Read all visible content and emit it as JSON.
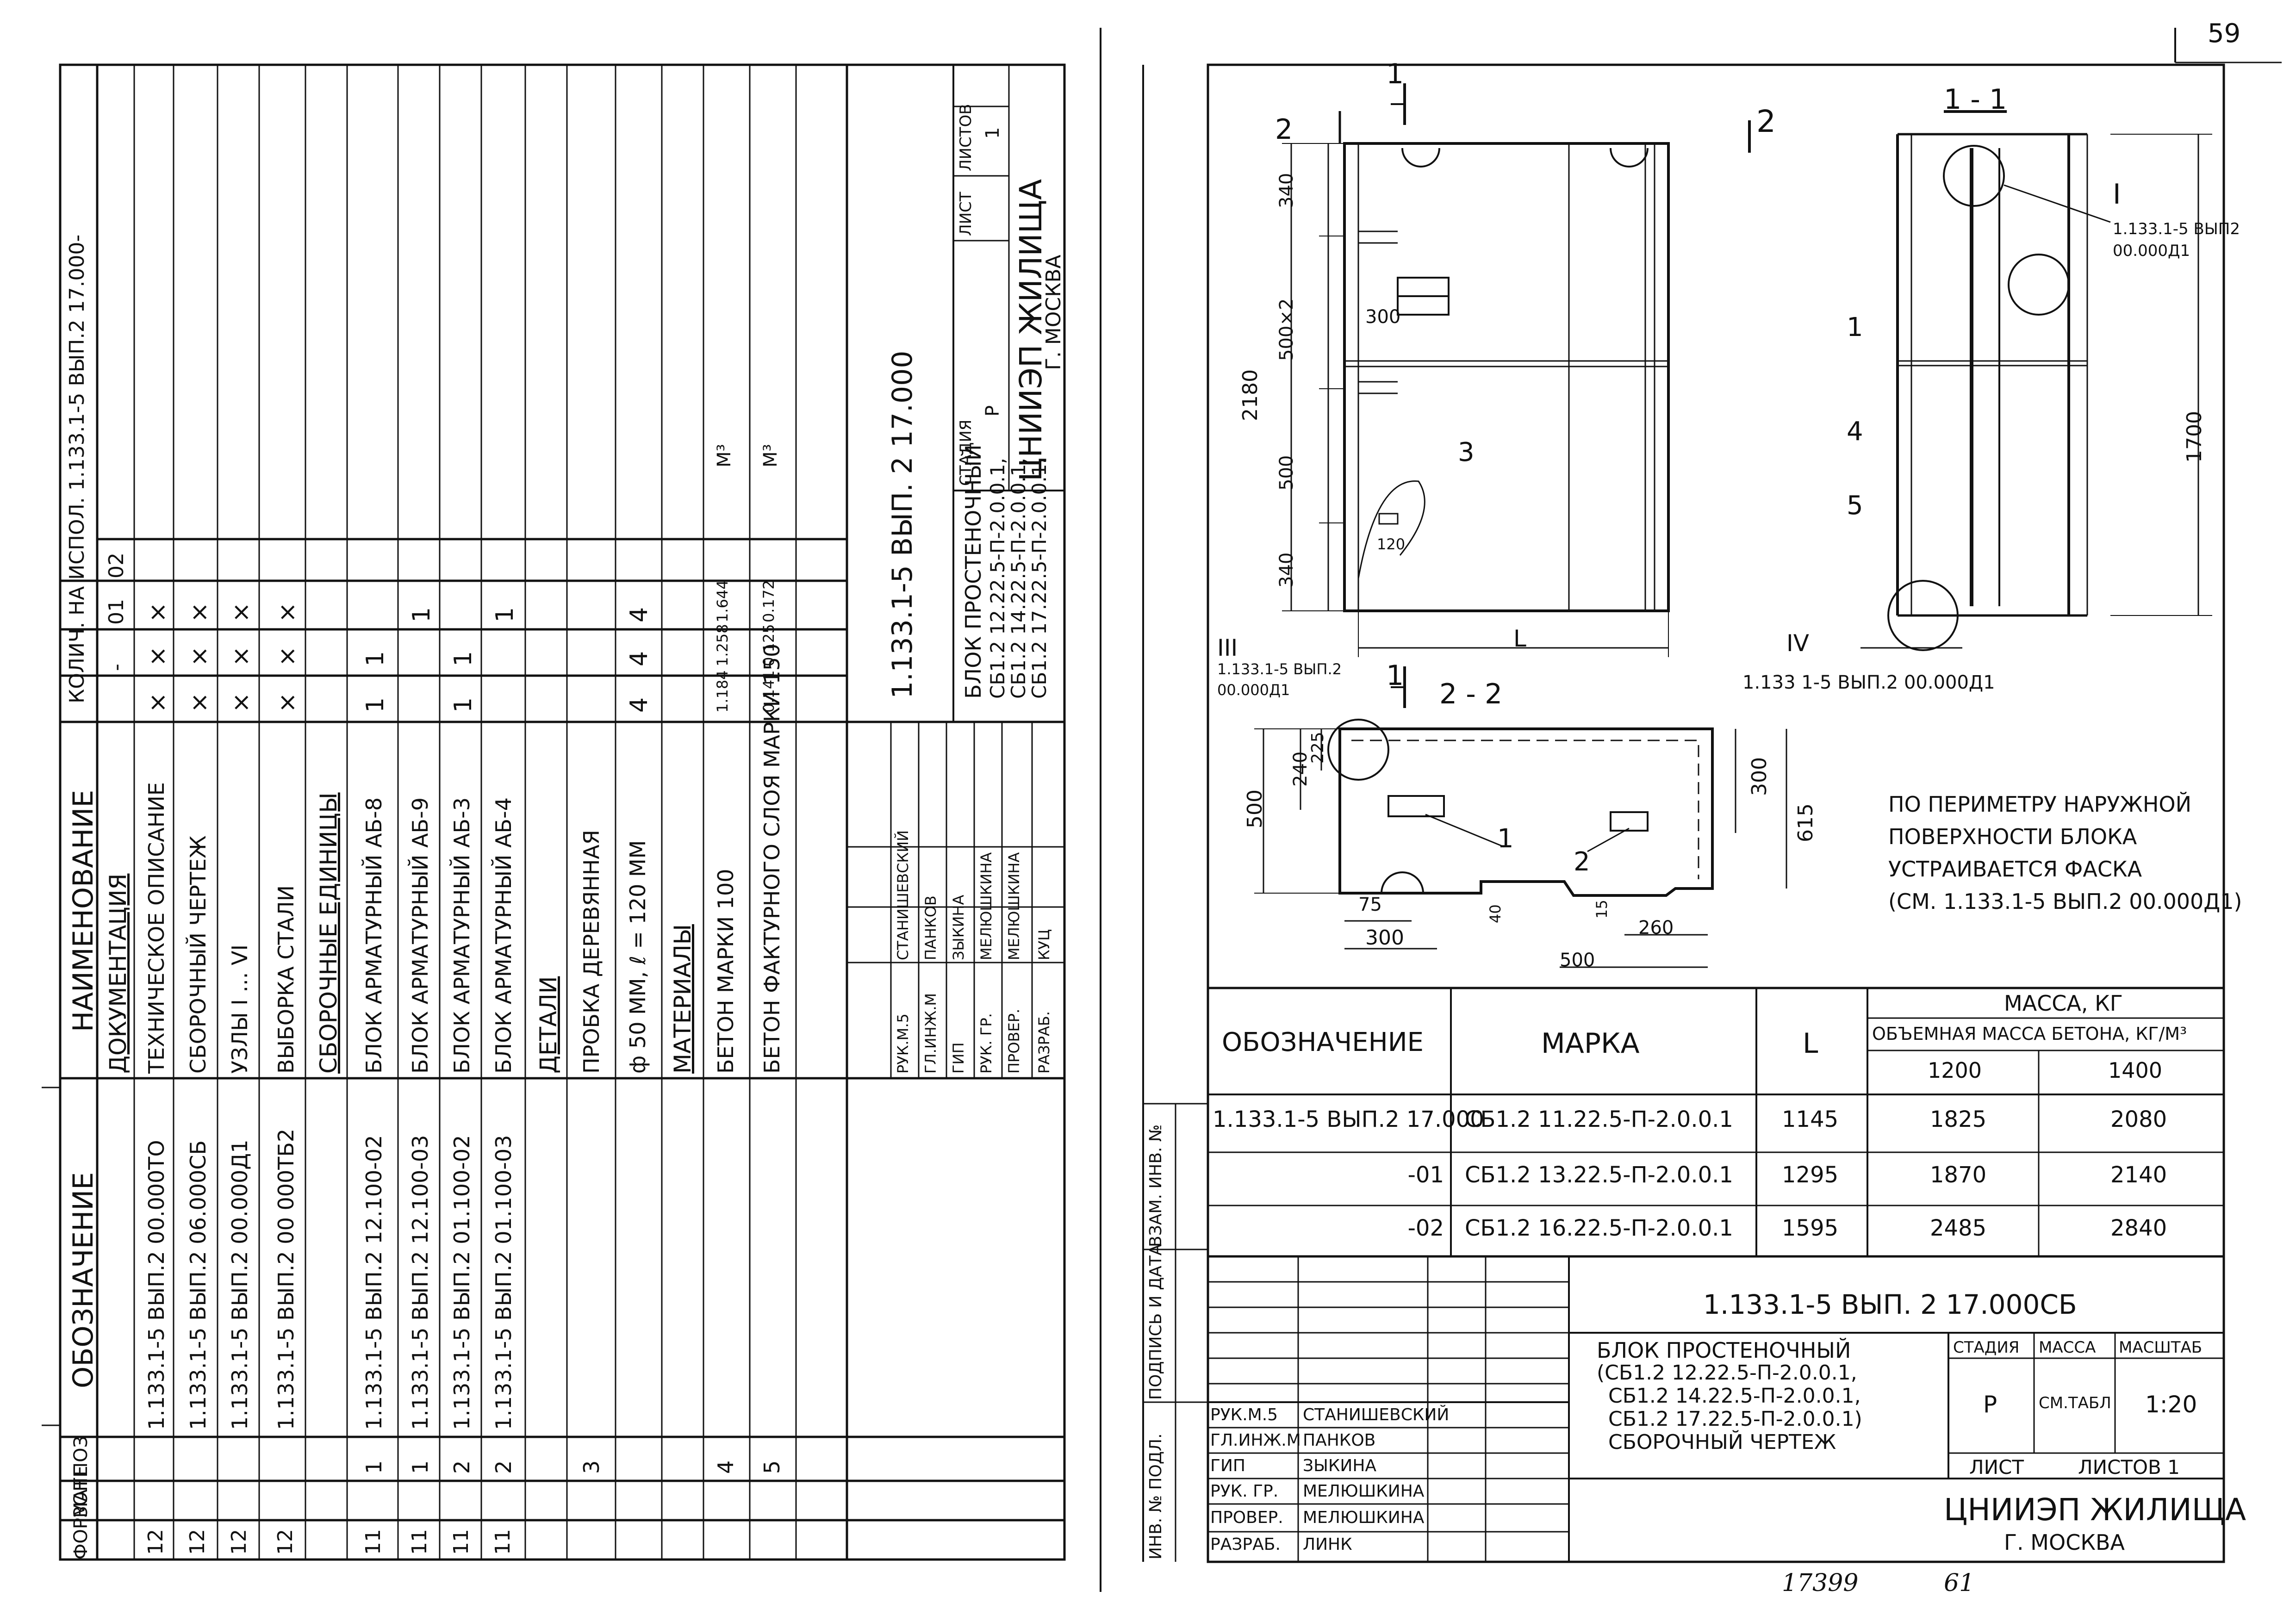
{
  "sheet_no": "59",
  "bottom_numbers": [
    "17399",
    "61"
  ],
  "spec": {
    "col_headers": {
      "format": "ФОРМАТ",
      "zone": "ЗОНЕ",
      "pos": "ПОЗ",
      "designation": "ОБОЗНАЧЕНИЕ",
      "name": "НАИМЕНОВАНИЕ",
      "qty": "КОЛИЧ. НА ИСПОЛ. 1.133.1-5 ВЫП.2 17.000-",
      "variants": [
        "-",
        "01",
        "02"
      ]
    },
    "rows": [
      {
        "fmt": "",
        "pos": "",
        "des": "",
        "name": "ДОКУМЕНТАЦИЯ",
        "heading": true,
        "q": [
          "",
          "",
          ""
        ]
      },
      {
        "fmt": "12",
        "pos": "",
        "des": "1.133.1-5 ВЫП.2 00.000ТО",
        "name": "ТЕХНИЧЕСКОЕ ОПИСАНИЕ",
        "q": [
          "×",
          "×",
          "×"
        ]
      },
      {
        "fmt": "12",
        "pos": "",
        "des": "1.133.1-5 ВЫП.2 06.000СБ",
        "name": "СБОРОЧНЫЙ ЧЕРТЕЖ",
        "q": [
          "×",
          "×",
          "×"
        ]
      },
      {
        "fmt": "12",
        "pos": "",
        "des": "1.133.1-5 ВЫП.2 00.000Д1",
        "name": "УЗЛЫ I ... VI",
        "q": [
          "×",
          "×",
          "×"
        ]
      },
      {
        "fmt": "12",
        "pos": "",
        "des": "1.133.1-5 ВЫП.2 00 000ТБ2",
        "name": "ВЫБОРКА СТАЛИ",
        "q": [
          "×",
          "×",
          "×"
        ]
      },
      {
        "fmt": "",
        "pos": "",
        "des": "",
        "name": "СБОРОЧНЫЕ ЕДИНИЦЫ",
        "heading": true,
        "q": [
          "",
          "",
          ""
        ]
      },
      {
        "fmt": "11",
        "pos": "1",
        "des": "1.133.1-5 ВЫП.2 12.100-02",
        "name": "БЛОК АРМАТУРНЫЙ АБ-8",
        "q": [
          "1",
          "1",
          ""
        ]
      },
      {
        "fmt": "11",
        "pos": "1",
        "des": "1.133.1-5 ВЫП.2 12.100-03",
        "name": "БЛОК АРМАТУРНЫЙ АБ-9",
        "q": [
          "",
          "",
          "1"
        ]
      },
      {
        "fmt": "11",
        "pos": "2",
        "des": "1.133.1-5 ВЫП.2 01.100-02",
        "name": "БЛОК АРМАТУРНЫЙ АБ-3",
        "q": [
          "1",
          "1",
          ""
        ]
      },
      {
        "fmt": "11",
        "pos": "2",
        "des": "1.133.1-5 ВЫП.2 01.100-03",
        "name": "БЛОК АРМАТУРНЫЙ АБ-4",
        "q": [
          "",
          "",
          "1"
        ]
      },
      {
        "fmt": "",
        "pos": "",
        "des": "",
        "name": "ДЕТАЛИ",
        "heading": true,
        "q": [
          "",
          "",
          ""
        ]
      },
      {
        "fmt": "",
        "pos": "3",
        "des": "",
        "name": "ПРОБКА ДЕРЕВЯННАЯ",
        "q": [
          "",
          "",
          ""
        ]
      },
      {
        "fmt": "",
        "pos": "",
        "des": "",
        "name": "ф 50 ММ, ℓ = 120 ММ",
        "q": [
          "4",
          "4",
          "4"
        ]
      },
      {
        "fmt": "",
        "pos": "",
        "des": "",
        "name": "МАТЕРИАЛЫ",
        "heading": true,
        "q": [
          "",
          "",
          ""
        ]
      },
      {
        "fmt": "",
        "pos": "4",
        "des": "",
        "name": "БЕТОН МАРКИ 100",
        "q": [
          "1.184",
          "1.258",
          "1.644"
        ],
        "unit": "М³"
      },
      {
        "fmt": "",
        "pos": "5",
        "des": "",
        "name": "БЕТОН ФАКТУРНОГО СЛОЯ МАРКИ 150",
        "q": [
          "0.141",
          "0.125",
          "0.172"
        ],
        "unit": "М³"
      }
    ],
    "title_doc": "1.133.1-5 ВЫП. 2 17.000",
    "title_name": [
      "БЛОК ПРОСТЕНОЧНЫЙ",
      "СБ1.2 12.22.5-П-2.0.0.1,",
      "СБ1.2 14.22.5-П-2.0.0.1,",
      "СБ1.2 17.22.5-П-2.0.0.1."
    ],
    "stage_hdr": [
      "СТАДИЯ",
      "ЛИСТ",
      "ЛИСТОВ"
    ],
    "stage_vals": [
      "Р",
      "",
      "1"
    ],
    "org": "ЦНИИЭП ЖИЛИЩА",
    "city": "Г. МОСКВА",
    "signers": [
      {
        "role": "РУК.М.5",
        "name": "СТАНИШЕВСКИЙ"
      },
      {
        "role": "ГЛ.ИНЖ.М",
        "name": "ПАНКОВ"
      },
      {
        "role": "ГИП",
        "name": "ЗЫКИНА"
      },
      {
        "role": "РУК. ГР.",
        "name": "МЕЛЮШКИНА"
      },
      {
        "role": "ПРОВЕР.",
        "name": "МЕЛЮШКИНА"
      },
      {
        "role": "РАЗРАБ.",
        "name": "КУЦ"
      }
    ]
  },
  "drawing": {
    "section_11": "1 - 1",
    "section_22": "2 - 2",
    "cut_1": "1",
    "cut_2": "2",
    "node_I": "I",
    "node_I_ref": [
      "1.133.1-5 ВЫП2",
      "00.000Д1"
    ],
    "node_III": "III",
    "node_III_ref": [
      "1.133.1-5 ВЫП.2",
      "00.000Д1"
    ],
    "node_IV": "IV",
    "node_IV_ref": "1.133 1-5 ВЫП.2 00.000Д1",
    "dims_front": [
      "340",
      "500×2",
      "500",
      "340",
      "2180",
      "300",
      "120",
      "L"
    ],
    "dim_1700": "1700",
    "dims_22": [
      "240",
      "225",
      "500",
      "300",
      "615",
      "75",
      "300",
      "40",
      "15",
      "260",
      "500"
    ],
    "leaders": [
      "1",
      "2",
      "3",
      "4",
      "5",
      "1",
      "2"
    ],
    "note": [
      "ПО ПЕРИМЕТРУ НАРУЖНОЙ",
      "ПОВЕРХНОСТИ БЛОКА",
      "УСТРАИВАЕТСЯ ФАСКА",
      "(СМ. 1.133.1-5 ВЫП.2 00.000Д1)"
    ]
  },
  "mass_table": {
    "hdr_des": "ОБОЗНАЧЕНИЕ",
    "hdr_mark": "МАРКА",
    "hdr_L": "L",
    "hdr_mass": "МАССА, КГ",
    "hdr_density": "ОБЪЕМНАЯ МАССА БЕТОНА, КГ/М³",
    "hdr_d1": "1200",
    "hdr_d2": "1400",
    "rows": [
      {
        "des": "1.133.1-5 ВЫП.2 17.000",
        "mark": "СБ1.2 11.22.5-П-2.0.0.1",
        "L": "1145",
        "m1": "1825",
        "m2": "2080"
      },
      {
        "des": "-01",
        "mark": "СБ1.2 13.22.5-П-2.0.0.1",
        "L": "1295",
        "m1": "1870",
        "m2": "2140"
      },
      {
        "des": "-02",
        "mark": "СБ1.2 16.22.5-П-2.0.0.1",
        "L": "1595",
        "m1": "2485",
        "m2": "2840"
      }
    ]
  },
  "stamp": {
    "side_labels": [
      "ИНВ. № ПОДЛ.",
      "ПОДПИСЬ И ДАТА",
      "ВЗАМ. ИНВ. №"
    ],
    "doc": "1.133.1-5 ВЫП. 2 17.000СБ",
    "name": [
      "БЛОК ПРОСТЕНОЧНЫЙ",
      "(СБ1.2 12.22.5-П-2.0.0.1,",
      "СБ1.2 14.22.5-П-2.0.0.1,",
      "СБ1.2 17.22.5-П-2.0.0.1)",
      "СБОРОЧНЫЙ ЧЕРТЕЖ"
    ],
    "hdr_stage": "СТАДИЯ",
    "hdr_mass": "МАССА",
    "hdr_scale": "МАСШТАБ",
    "stage": "Р",
    "mass": "СМ.ТАБЛ",
    "scale": "1:20",
    "sheet": "ЛИСТ",
    "sheets": "ЛИСТОВ 1",
    "org": "ЦНИИЭП ЖИЛИЩА",
    "city": "Г. МОСКВА",
    "signers": [
      {
        "role": "РУК.М.5",
        "name": "СТАНИШЕВСКИЙ"
      },
      {
        "role": "ГЛ.ИНЖ.М",
        "name": "ПАНКОВ"
      },
      {
        "role": "ГИП",
        "name": "ЗЫКИНА"
      },
      {
        "role": "РУК. ГР.",
        "name": "МЕЛЮШКИНА"
      },
      {
        "role": "ПРОВЕР.",
        "name": "МЕЛЮШКИНА"
      },
      {
        "role": "РАЗРАБ.",
        "name": "ЛИНК"
      }
    ]
  }
}
